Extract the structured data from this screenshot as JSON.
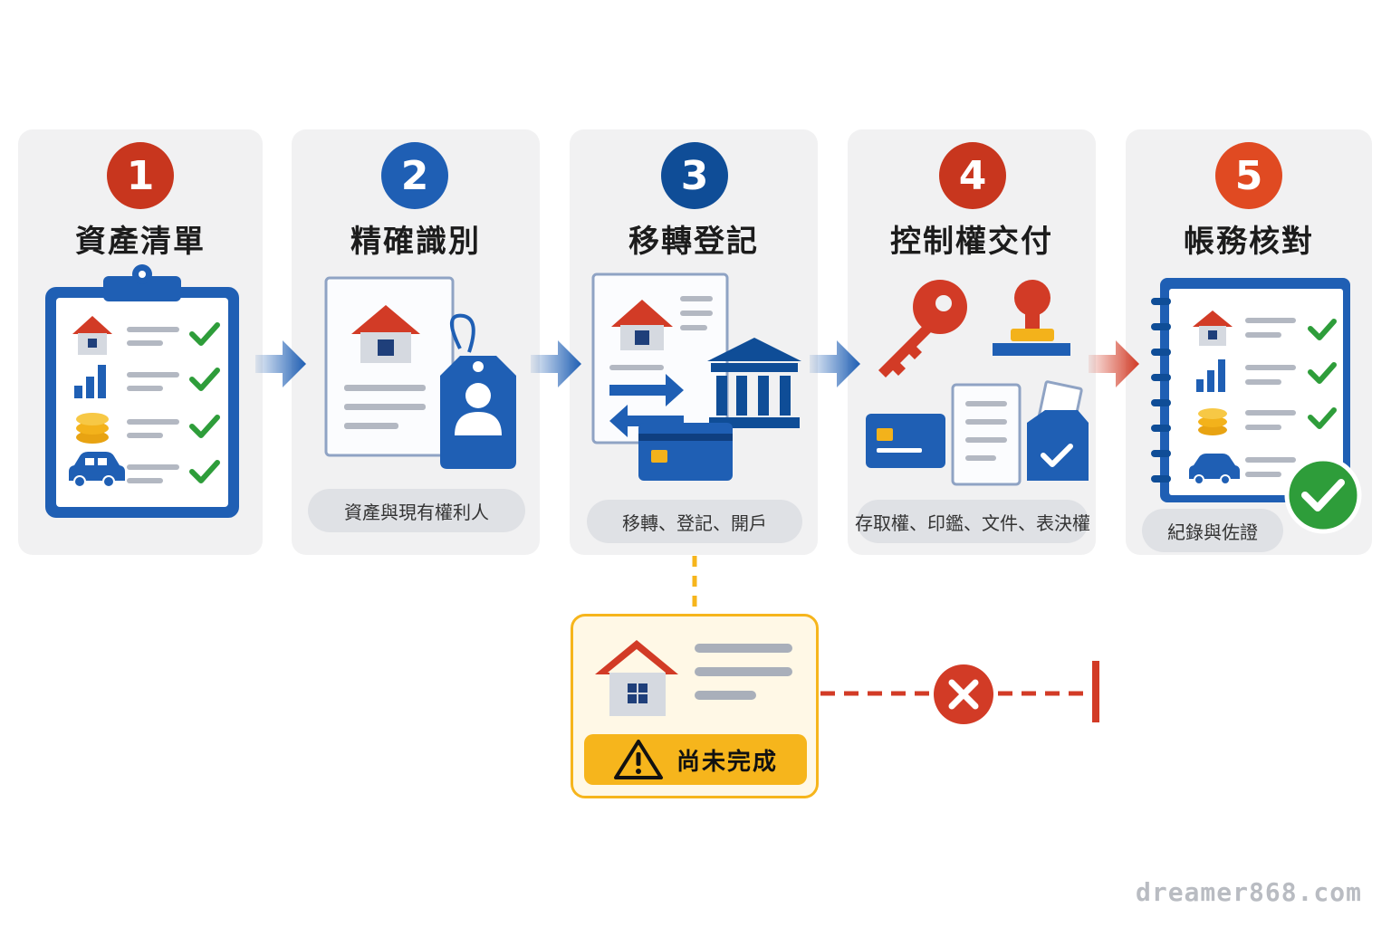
{
  "steps": [
    {
      "number": "1",
      "title": "資產清單",
      "color": "#c8361e"
    },
    {
      "number": "2",
      "title": "精確識別",
      "color": "#1f5fb4",
      "caption": "資產與現有權利人"
    },
    {
      "number": "3",
      "title": "移轉登記",
      "color": "#0f4d97",
      "caption": "移轉、登記、開戶"
    },
    {
      "number": "4",
      "title": "控制權交付",
      "color": "#c8361e",
      "caption": "存取權、印鑑、文件、表決權"
    },
    {
      "number": "5",
      "title": "帳務核對",
      "color": "#e04a22",
      "caption": "紀錄與佐證"
    }
  ],
  "pending": {
    "label": "尚未完成",
    "color": "#f6b51c"
  },
  "colors": {
    "blue": "#1f5fb4",
    "red": "#d23b26",
    "green": "#2e9d3a",
    "gold": "#f3b21b"
  },
  "watermark": "dreamer868.com"
}
